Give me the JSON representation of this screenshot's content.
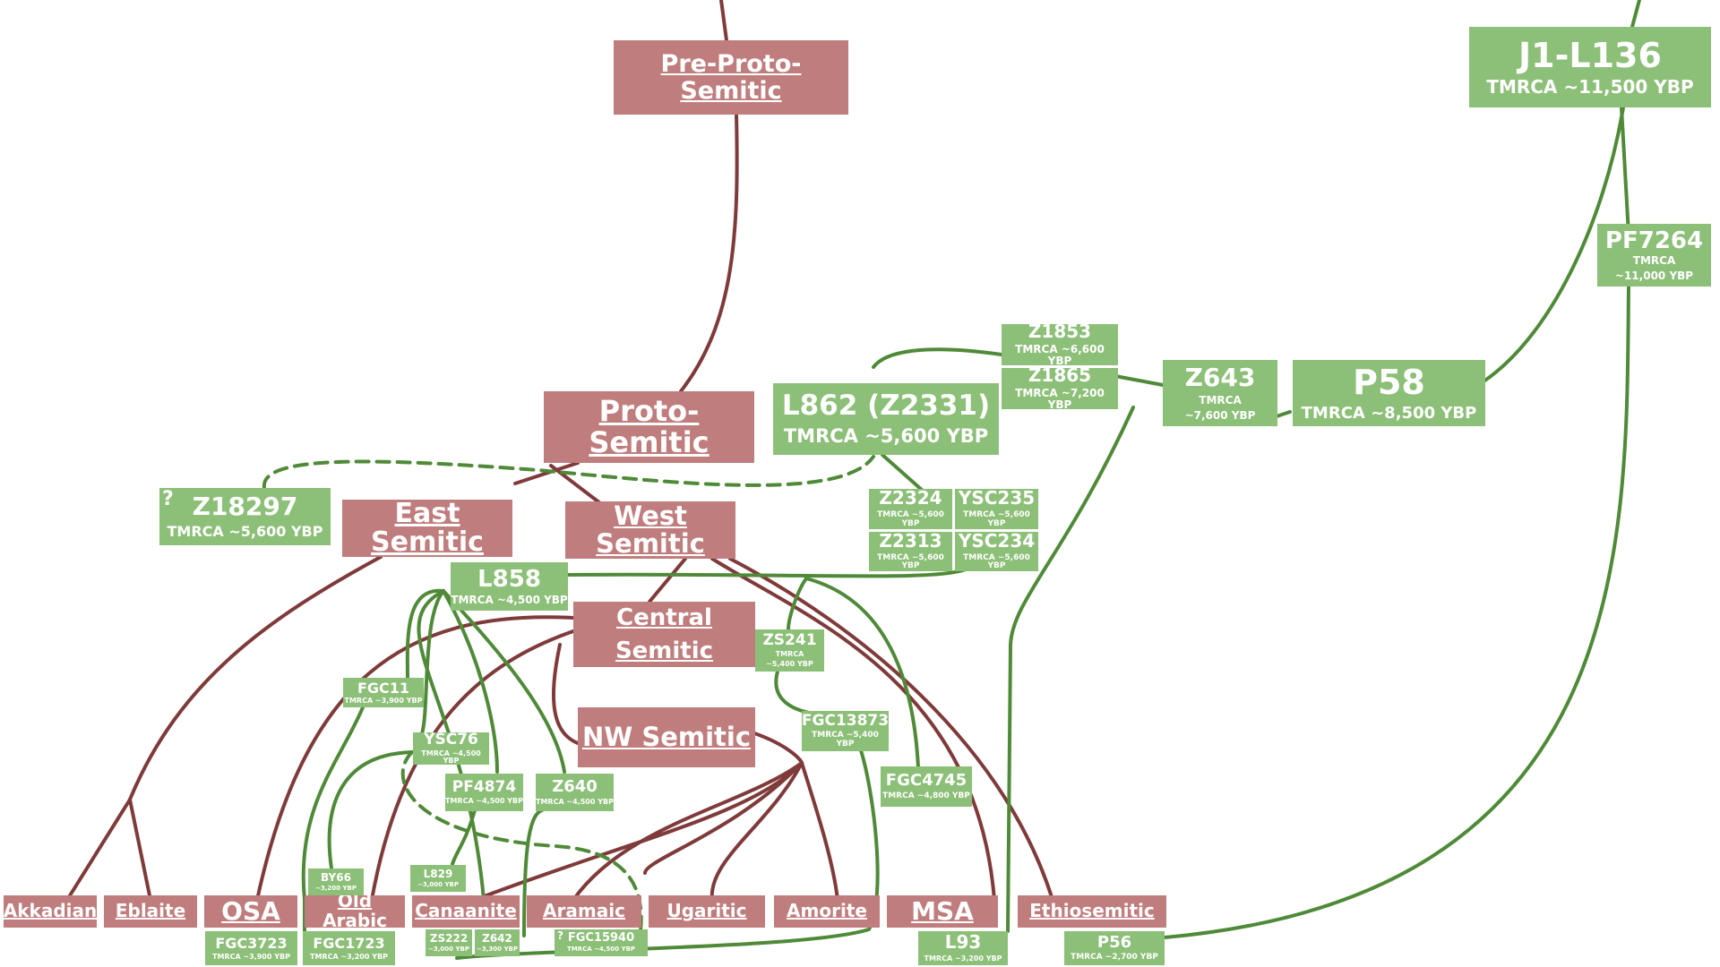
{
  "colors": {
    "language": "#c07d7d",
    "haplogroup": "#8cbf77",
    "language_line": "#7f3a3a",
    "haplogroup_line": "#4f8a38"
  },
  "languages": {
    "pre_proto_semitic": "Pre-Proto-Semitic",
    "proto_semitic": "Proto-Semitic",
    "east_semitic": "East Semitic",
    "west_semitic": "West Semitic",
    "central_semitic_1": "Central",
    "central_semitic_2": "Semitic",
    "nw_semitic": "NW Semitic",
    "akkadian": "Akkadian",
    "eblaite": "Eblaite",
    "osa": "OSA",
    "old_arabic": "Old Arabic",
    "canaanite": "Canaanite",
    "aramaic": "Aramaic",
    "ugaritic": "Ugaritic",
    "amorite": "Amorite",
    "msa": "MSA",
    "ethiosemitic": "Ethiosemitic"
  },
  "haplogroups": {
    "j1_l136": {
      "name": "J1-L136",
      "tmrca": "TMRCA ~11,500 YBP"
    },
    "pf7264": {
      "name": "PF7264",
      "tmrca1": "TMRCA",
      "tmrca2": "~11,000 YBP"
    },
    "p58": {
      "name": "P58",
      "tmrca": "TMRCA ~8,500 YBP"
    },
    "z643": {
      "name": "Z643",
      "tmrca1": "TMRCA",
      "tmrca2": "~7,600 YBP"
    },
    "z1853": {
      "name": "Z1853",
      "tmrca": "TMRCA ~6,600 YBP"
    },
    "z1865": {
      "name": "Z1865",
      "tmrca": "TMRCA ~7,200 YBP"
    },
    "l862": {
      "name": "L862 (Z2331)",
      "tmrca": "TMRCA ~5,600 YBP"
    },
    "z18297": {
      "name": "Z18297",
      "tmrca": "TMRCA ~5,600 YBP",
      "mark": "?"
    },
    "z2324": {
      "name": "Z2324",
      "tmrca": "TMRCA ~5,600 YBP"
    },
    "ysc235": {
      "name": "YSC235",
      "tmrca": "TMRCA ~5,600 YBP"
    },
    "z2313": {
      "name": "Z2313",
      "tmrca": "TMRCA ~5,600 YBP"
    },
    "ysc234": {
      "name": "YSC234",
      "tmrca": "TMRCA ~5,600 YBP"
    },
    "l858": {
      "name": "L858",
      "tmrca": "TMRCA ~4,500 YBP"
    },
    "zs241": {
      "name": "ZS241",
      "tmrca1": "TMRCA",
      "tmrca2": "~5,400 YBP"
    },
    "fgc11": {
      "name": "FGC11",
      "tmrca": "TMRCA ~3,900 YBP"
    },
    "fgc13873": {
      "name": "FGC13873",
      "tmrca": "TMRCA ~5,400 YBP"
    },
    "ysc76": {
      "name": "YSC76",
      "tmrca": "TMRCA ~4,500 YBP"
    },
    "pf4874": {
      "name": "PF4874",
      "tmrca": "TMRCA ~4,500 YBP"
    },
    "z640": {
      "name": "Z640",
      "tmrca": "TMRCA ~4,500 YBP"
    },
    "fgc4745": {
      "name": "FGC4745",
      "tmrca": "TMRCA ~4,800 YBP"
    },
    "by66": {
      "name": "BY66",
      "tmrca": "~3,200 YBP"
    },
    "l829": {
      "name": "L829",
      "tmrca": "~3,000 YBP"
    },
    "fgc3723": {
      "name": "FGC3723",
      "tmrca": "TMRCA ~3,900 YBP"
    },
    "fgc1723": {
      "name": "FGC1723",
      "tmrca": "TMRCA ~3,200 YBP"
    },
    "zs222": {
      "name": "ZS222",
      "tmrca": "~3,000 YBP"
    },
    "z642": {
      "name": "Z642",
      "tmrca": "~3,300 YBP"
    },
    "fgc15940": {
      "name": "FGC15940",
      "tmrca": "TMRCA ~4,500 YBP",
      "mark": "?"
    },
    "l93": {
      "name": "L93",
      "tmrca": "TMRCA ~3,200 YBP"
    },
    "p56": {
      "name": "P56",
      "tmrca": "TMRCA ~2,700 YBP"
    }
  }
}
